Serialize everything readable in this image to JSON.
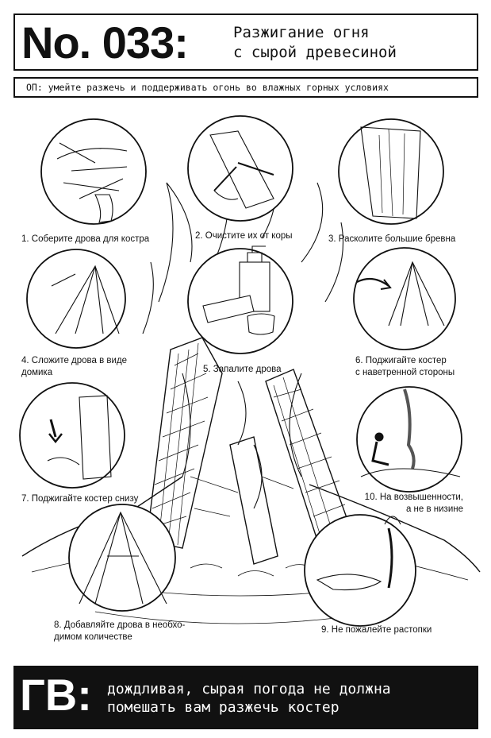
{
  "header": {
    "number": "No. 033:",
    "title_line1": "Разжигание огня",
    "title_line2": "с сырой древесиной"
  },
  "objective": "ОП: умейте разжечь и поддерживать огонь во влажных горных условиях",
  "steps": [
    {
      "label": "1. Соберите дрова для костра"
    },
    {
      "label": "2. Очистите их от коры"
    },
    {
      "label": "3. Расколите большие бревна"
    },
    {
      "line1": "4. Сложите дрова в виде",
      "line2": "домика"
    },
    {
      "label": "5. Запалите дрова"
    },
    {
      "line1": "6. Поджигайте костер",
      "line2": "с наветренной стороны"
    },
    {
      "label": "7. Поджигайте костер снизу"
    },
    {
      "line1": "8. Добавляйте дрова в необхо-",
      "line2": "димом количестве"
    },
    {
      "label": "9. Не пожалейте растопки"
    },
    {
      "line1": "10. На возвышенности,",
      "line2": "а не в низине"
    }
  ],
  "footer": {
    "prefix": "ГВ:",
    "line1": "дождливая, сырая погода не должна",
    "line2": "помешать вам разжечь костер"
  }
}
